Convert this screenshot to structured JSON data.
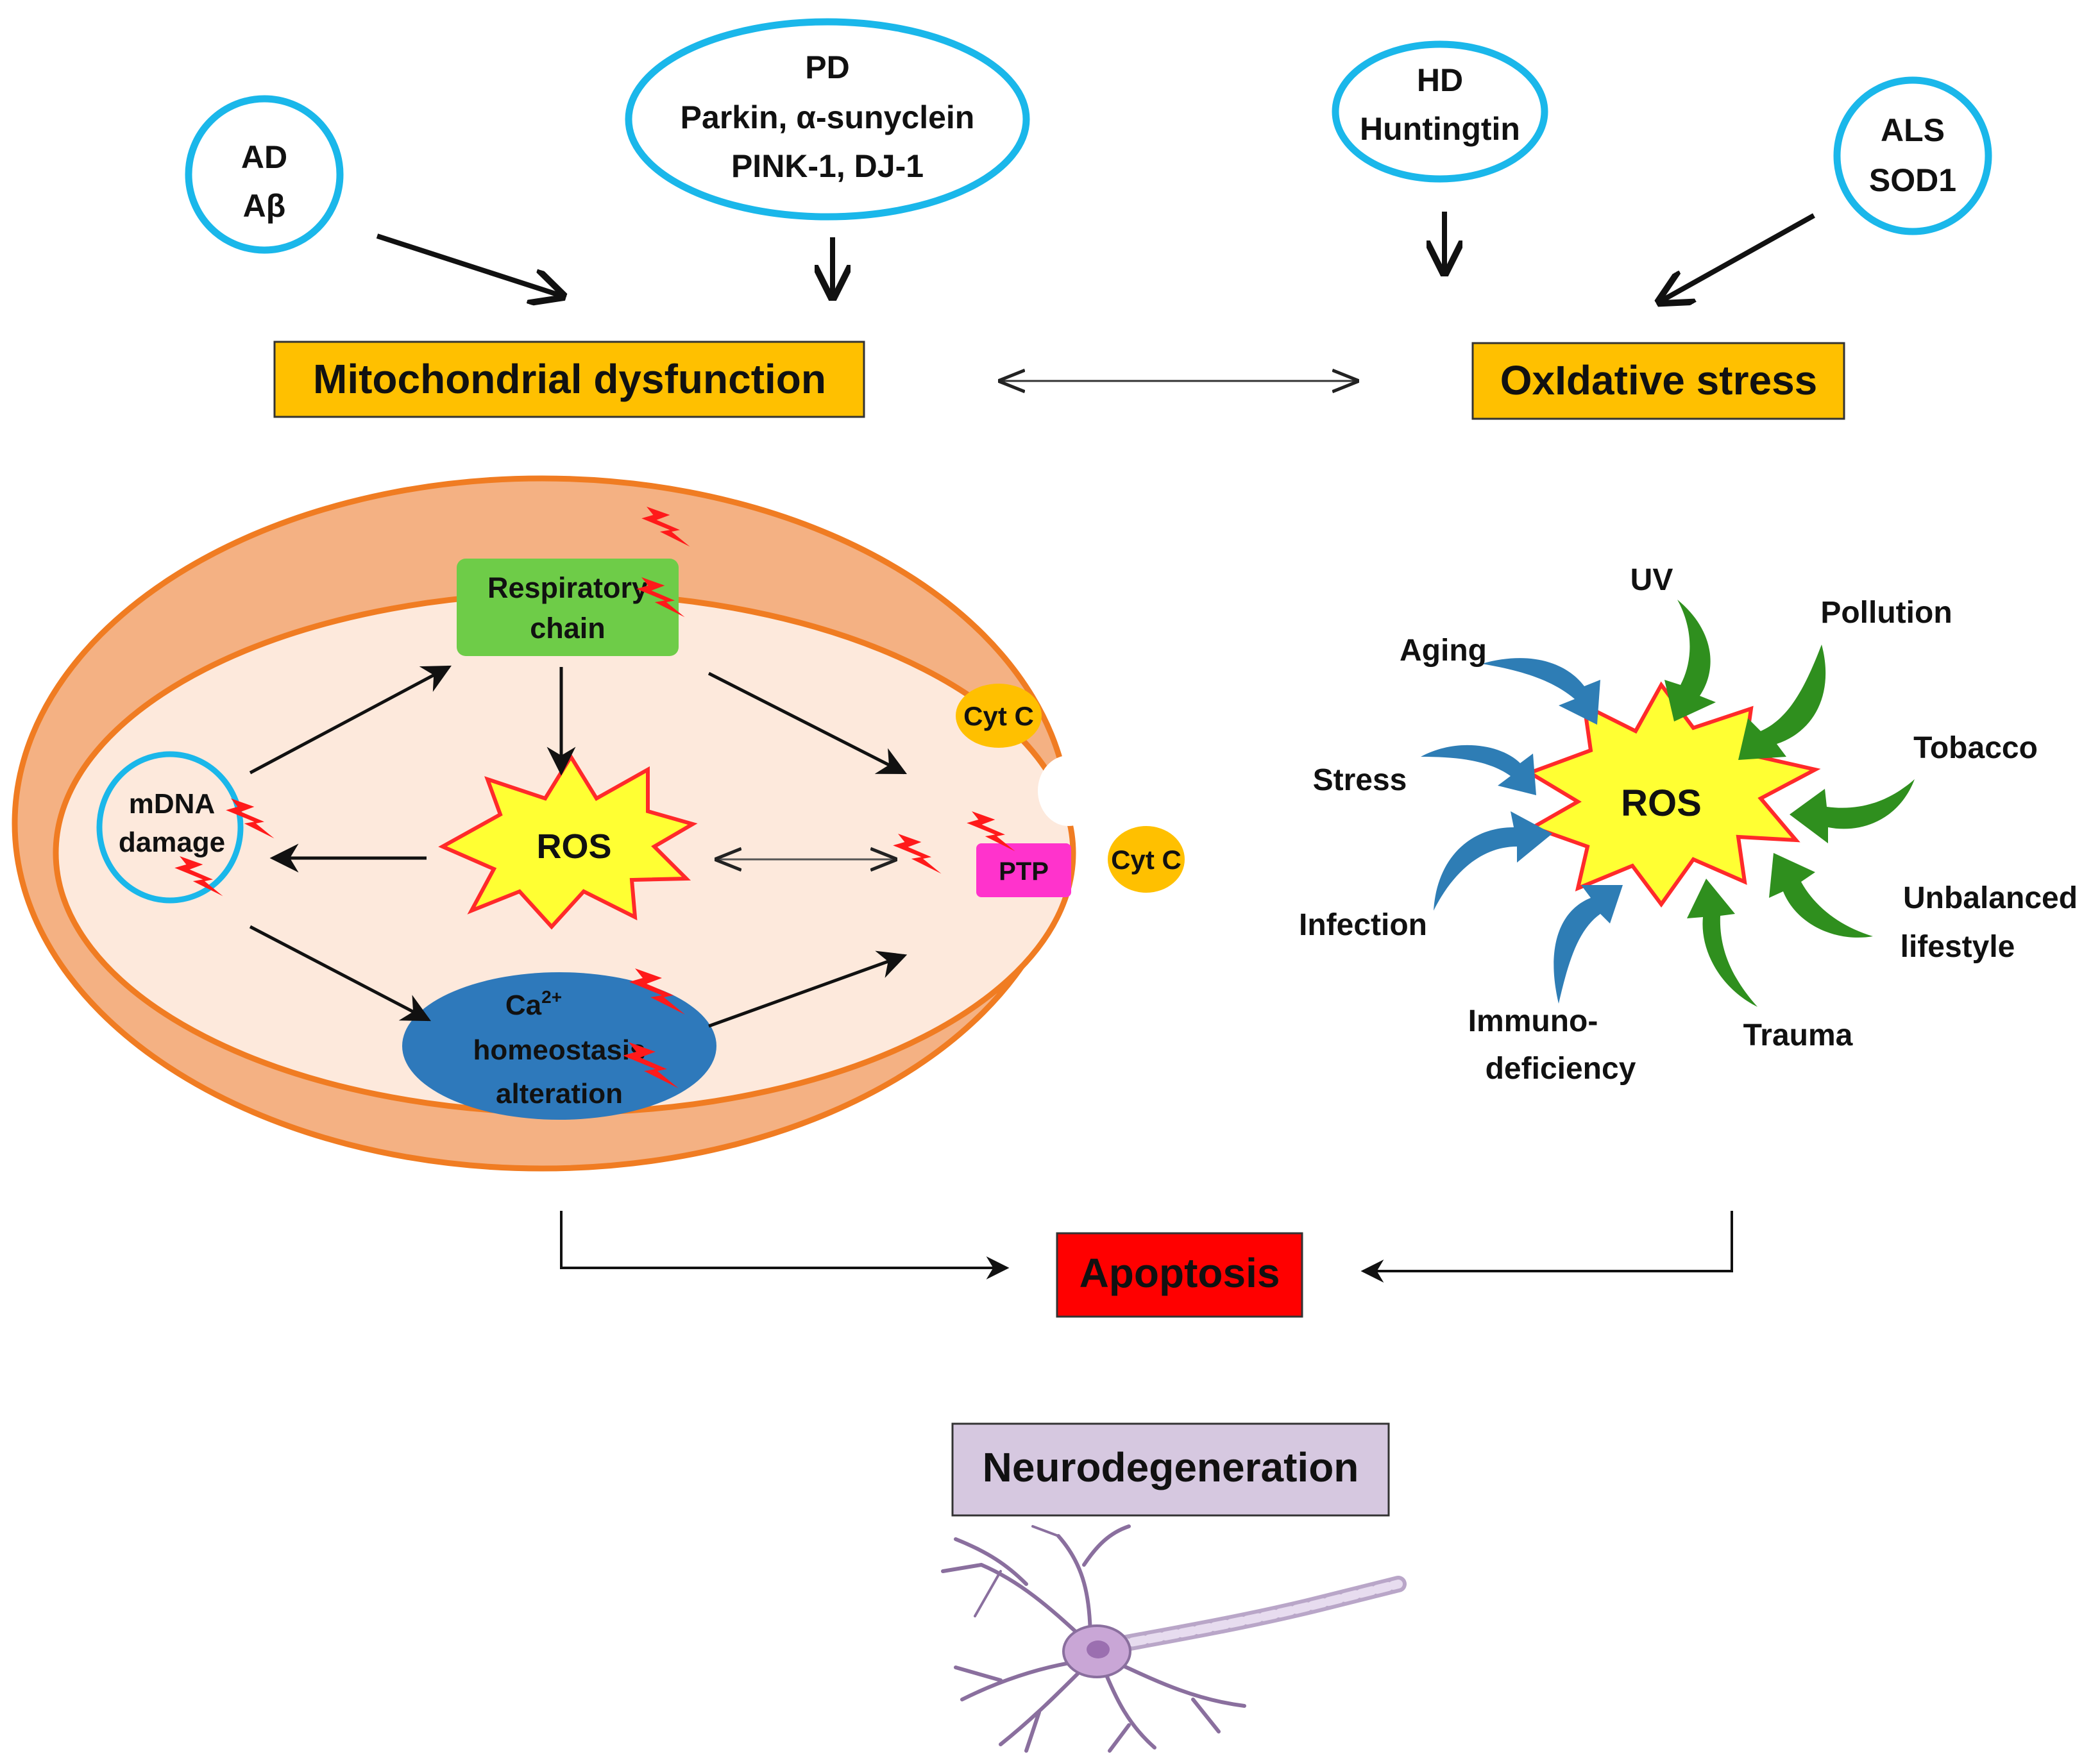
{
  "diseases": {
    "ad": {
      "line1": "AD",
      "line2": "Aβ"
    },
    "pd": {
      "line1": "PD",
      "line2": "Parkin, α-sunyclein",
      "line3": "PINK-1, DJ-1"
    },
    "hd": {
      "line1": "HD",
      "line2": "Huntingtin"
    },
    "als": {
      "line1": "ALS",
      "line2": "SOD1"
    }
  },
  "headers": {
    "mito": "Mitochondrial dysfunction",
    "oxidative": "OxIdative stress"
  },
  "mitochondrion": {
    "respiratory_line1": "Respiratory",
    "respiratory_line2": "chain",
    "ros": "ROS",
    "mdna_line1": "mDNA",
    "mdna_line2": "damage",
    "ca_base": "Ca",
    "ca_sup": "2+",
    "ca_line2": "homeostasis",
    "ca_line3": "alteration",
    "ptp": "PTP",
    "cytc_inner": "Cyt C",
    "cytc_outer": "Cyt C"
  },
  "ros_sources": {
    "center": "ROS",
    "uv": "UV",
    "pollution": "Pollution",
    "tobacco": "Tobacco",
    "unbalanced_line1": "Unbalanced",
    "unbalanced_line2": "lifestyle",
    "trauma": "Trauma",
    "immuno_line1": "Immuno-",
    "immuno_line2": "deficiency",
    "infection": "Infection",
    "stress": "Stress",
    "aging": "Aging"
  },
  "outcomes": {
    "apoptosis": "Apoptosis",
    "neurodegeneration": "Neurodegeneration"
  },
  "colors": {
    "disease_ring": "#1ab7ea",
    "header_fill": "#ffc000",
    "outer_membrane": "#f4b183",
    "membrane_stroke": "#f07c22",
    "matrix_fill": "#fde9dc",
    "respiratory_fill": "#6ecc48",
    "ca_fill": "#2e79bb",
    "ptp_fill": "#ff33cc",
    "cytc_fill": "#ffc000",
    "ros_star_fill": "#ffff33",
    "ros_star_stroke": "#ff2a2a",
    "lightning": "#ff1a1a",
    "blue_arrow": "#2e7db5",
    "green_arrow": "#2f8f1e",
    "apoptosis_fill": "#ff0000",
    "neuro_fill": "#d6c8e0"
  }
}
